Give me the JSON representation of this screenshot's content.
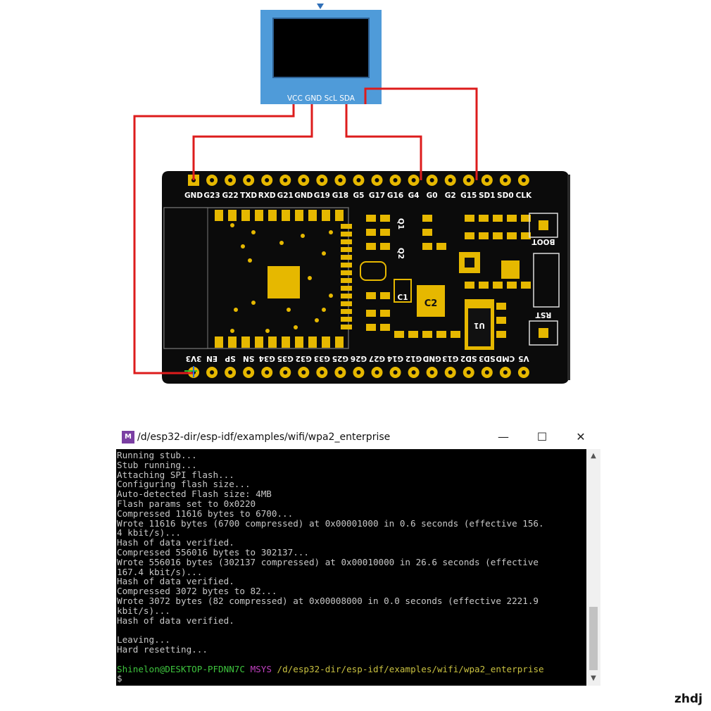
{
  "oled": {
    "pin_labels": "VCC GND ScL SDA"
  },
  "board": {
    "top_pins": [
      "GND",
      "G23",
      "G22",
      "TXD",
      "RXD",
      "G21",
      "GND",
      "G19",
      "G18",
      "G5",
      "G17",
      "G16",
      "G4",
      "G0",
      "G2",
      "G15",
      "SD1",
      "SD0",
      "CLK"
    ],
    "bottom_pins": [
      "3V3",
      "EN",
      "SP",
      "SN",
      "G34",
      "G35",
      "G32",
      "G33",
      "G25",
      "G26",
      "G27",
      "G14",
      "G12",
      "GND",
      "G13",
      "SD2",
      "SD3",
      "CMD",
      "V5"
    ],
    "component_labels": {
      "c1": "C1",
      "c2": "C2",
      "u1": "U1",
      "q1": "Q1",
      "q2": "Q2",
      "boot": "BOOT",
      "rst": "RST"
    }
  },
  "terminal": {
    "title": "/d/esp32-dir/esp-idf/examples/wifi/wpa2_enterprise",
    "controls": {
      "minimize": "—",
      "maximize": "☐",
      "close": "✕"
    },
    "lines": [
      "Running stub...",
      "Stub running...",
      "Attaching SPI flash...",
      "Configuring flash size...",
      "Auto-detected Flash size: 4MB",
      "Flash params set to 0x0220",
      "Compressed 11616 bytes to 6700...",
      "Wrote 11616 bytes (6700 compressed) at 0x00001000 in 0.6 seconds (effective 156.",
      "4 kbit/s)...",
      "Hash of data verified.",
      "Compressed 556016 bytes to 302137...",
      "Wrote 556016 bytes (302137 compressed) at 0x00010000 in 26.6 seconds (effective",
      "167.4 kbit/s)...",
      "Hash of data verified.",
      "Compressed 3072 bytes to 82...",
      "Wrote 3072 bytes (82 compressed) at 0x00008000 in 0.0 seconds (effective 2221.9",
      "kbit/s)...",
      "Hash of data verified.",
      "",
      "Leaving...",
      "Hard resetting...",
      ""
    ],
    "prompt": {
      "user_host": "Shinelon@DESKTOP-PFDNN7C",
      "env": "MSYS",
      "path": "/d/esp32-dir/esp-idf/examples/wifi/wpa2_enterprise",
      "symbol": "$"
    }
  },
  "watermark": "zhdj",
  "colors": {
    "wire": "#dd1c1c",
    "oled_body": "#4f9bd9",
    "pcb": "#0b0b0b",
    "pad": "#e6b800",
    "terminal_bg": "#000000",
    "terminal_text": "#c8c8c8",
    "prompt_user": "#3ec43e",
    "prompt_env": "#c040c0",
    "prompt_path": "#c8c040"
  }
}
